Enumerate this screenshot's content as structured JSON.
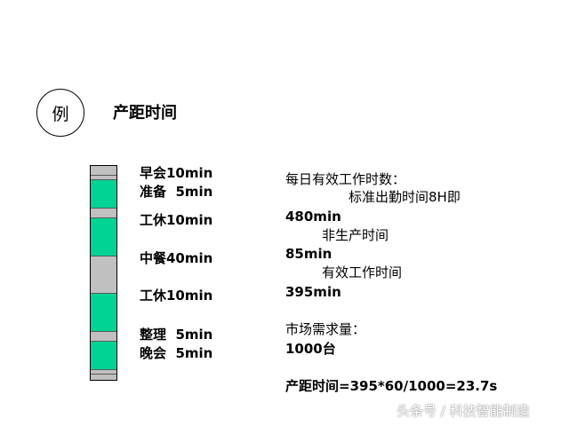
{
  "example_char": "例",
  "title": "产距时间",
  "timeline": {
    "segments": [
      {
        "color": "gray",
        "minutes": 10
      },
      {
        "color": "gray",
        "minutes": 5
      },
      {
        "color": "green",
        "minutes": 30
      },
      {
        "color": "gray",
        "minutes": 10
      },
      {
        "color": "green",
        "minutes": 40
      },
      {
        "color": "gray",
        "minutes": 40
      },
      {
        "color": "green",
        "minutes": 40
      },
      {
        "color": "gray",
        "minutes": 10
      },
      {
        "color": "green",
        "minutes": 30
      },
      {
        "color": "gray",
        "minutes": 5
      },
      {
        "color": "gray",
        "minutes": 5
      }
    ],
    "labels": [
      "早会10min",
      "准备  5min",
      "工休10min",
      "中餐40min",
      "工休10min",
      "整理  5min",
      "晚会  5min"
    ]
  },
  "calc": {
    "lines": [
      "每日有效工作时数：",
      "标准出勤时间8H即",
      "480min",
      "非生产时间",
      "85min",
      "有效工作时间",
      "395min",
      "市场需求量：",
      "1000台",
      "产距时间=395*60/1000=23.7s"
    ]
  },
  "watermark": "头条号 / 科技智能制造",
  "colors": {
    "gray": "#c0c0c0",
    "green": "#00d394"
  }
}
